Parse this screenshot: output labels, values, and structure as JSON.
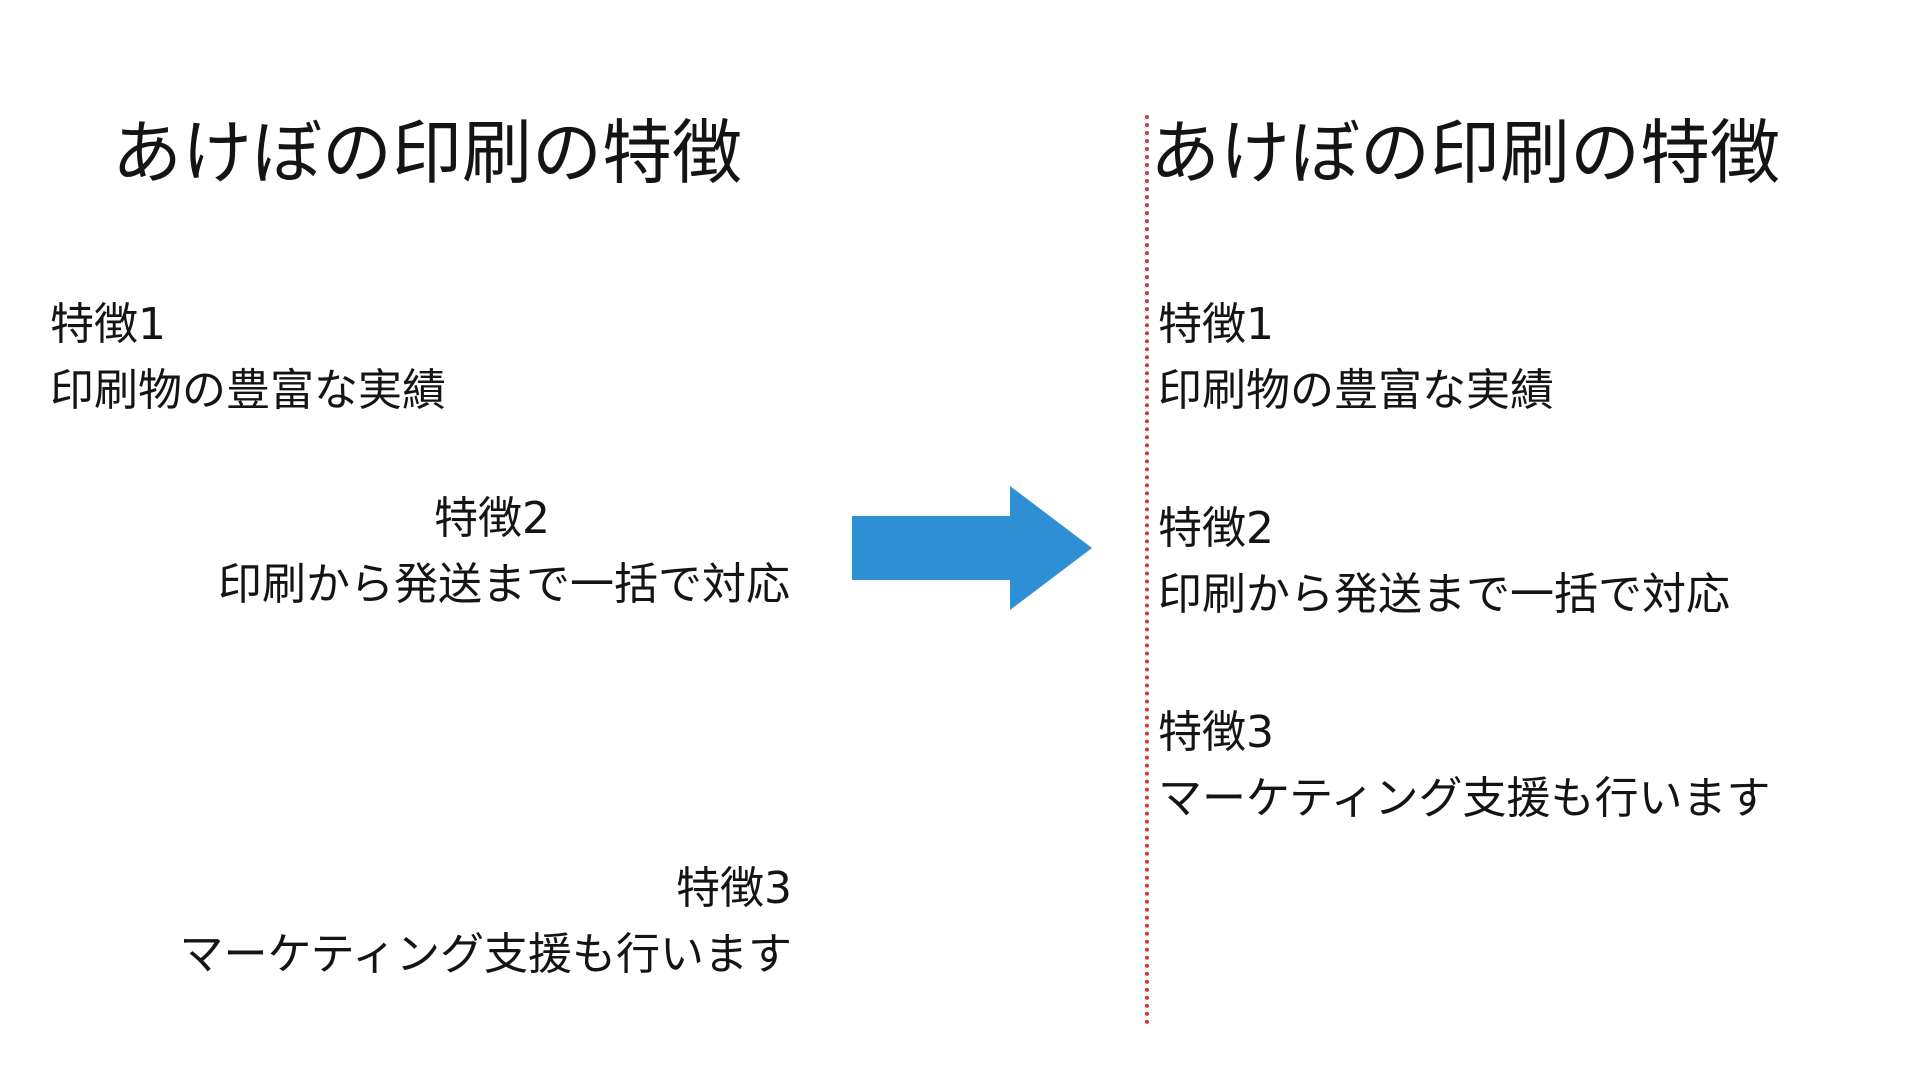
{
  "colors": {
    "arrow": "#2f8fd4",
    "guide_line": "#d8343a",
    "text": "#141414"
  },
  "before": {
    "title": "あけぼの印刷の特徴",
    "features": [
      {
        "heading": "特徴1",
        "description": "印刷物の豊富な実績"
      },
      {
        "heading": "特徴2",
        "description": "印刷から発送まで一括で対応"
      },
      {
        "heading": "特徴3",
        "description": "マーケティング支援も行います"
      }
    ]
  },
  "after": {
    "title": "あけぼの印刷の特徴",
    "features": [
      {
        "heading": "特徴1",
        "description": "印刷物の豊富な実績"
      },
      {
        "heading": "特徴2",
        "description": "印刷から発送まで一括で対応"
      },
      {
        "heading": "特徴3",
        "description": "マーケティング支援も行います"
      }
    ]
  },
  "icons": {
    "arrow": "right-arrow-icon"
  }
}
